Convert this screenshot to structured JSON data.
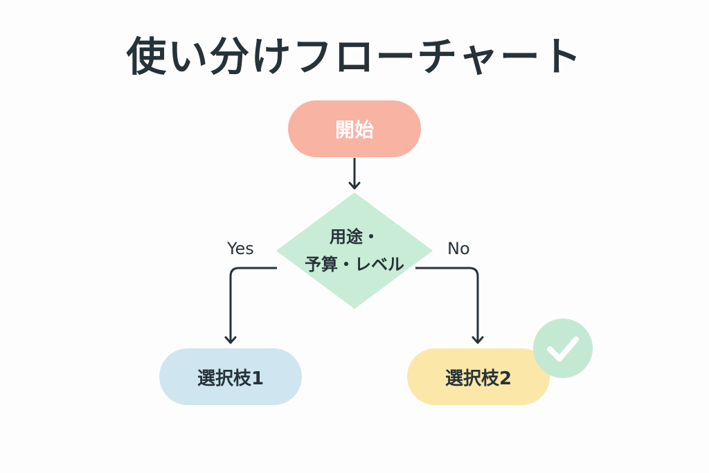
{
  "title": "使い分けフローチャート",
  "nodes": {
    "start": "開始",
    "decision_line1": "用途・",
    "decision_line2": "予算・レベル",
    "option1": "選択枝1",
    "option2": "選択枝2"
  },
  "branches": {
    "yes": "Yes",
    "no": "No"
  },
  "icons": {
    "selected_marker": "check-circle-icon"
  },
  "colors": {
    "start": "#f9b3a3",
    "decision": "#c8ecd6",
    "option1": "#cfe6f1",
    "option2": "#fbe7a7",
    "check_badge": "#c4e9d3",
    "line": "#263238"
  }
}
